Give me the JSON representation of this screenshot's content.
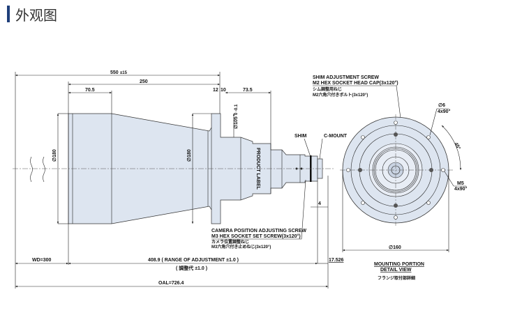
{
  "header": {
    "title": "外观图"
  },
  "dims": {
    "overall": "550",
    "overall_tol": "±15",
    "d250": "250",
    "d70_5": "70.5",
    "d12": "12",
    "d10": "10",
    "d73_5": "73.5",
    "d105": "∅105",
    "d105_tol": "0 -0.1",
    "dia180_a": "∅180",
    "dia180_b": "∅180",
    "d4": "4",
    "dia160": "∅160",
    "dia6": "∅6",
    "dia6_count": "4x90°",
    "m5": "M5",
    "m5_count": "4x90°",
    "angle": "45°"
  },
  "labels": {
    "product_label": "PRODUCT LABEL",
    "shim": "SHIM",
    "cmount": "C-MOUNT",
    "shim_screw_en1": "SHIM ADJUSTMENT SCREW",
    "shim_screw_en2": "M2 HEX SOCKET HEAD CAP(3x120°)",
    "shim_screw_jp1": "シム調整用ねじ",
    "shim_screw_jp2": "M2六角穴付きボルト(3x120°)",
    "cam_screw_en1": "CAMERA POSITION ADJUSTING SCREW",
    "cam_screw_en2": "M3 HEX SOCKET SET SCREW(3x120°)",
    "cam_screw_jp1": "カメラ位置調整ねじ",
    "cam_screw_jp2": "M3六角穴付き止めねじ(3x120°)",
    "detail_en1": "MOUNTING PORTION",
    "detail_en2": "DETAIL VIEW",
    "detail_jp": "フランジ取付部詳細"
  },
  "bottom": {
    "wd": "WD=300",
    "range": "408.9 ( RANGE  OF ADJUSTMENT  ±1.0 )",
    "range_jp": "( 調整代   ±1.0 )",
    "flange": "17.526",
    "oal": "OAL=726.4"
  }
}
